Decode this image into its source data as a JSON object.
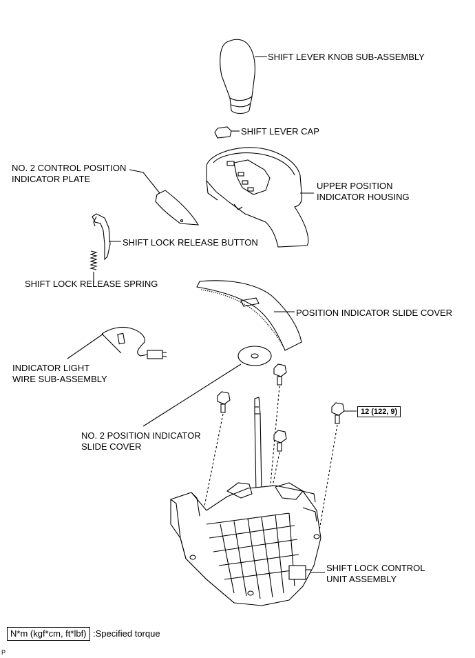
{
  "labels": {
    "knob": "SHIFT LEVER KNOB SUB-ASSEMBLY",
    "cap": "SHIFT LEVER CAP",
    "plate_line1": "NO. 2 CONTROL POSITION",
    "plate_line2": "INDICATOR PLATE",
    "housing_line1": "UPPER POSITION",
    "housing_line2": "INDICATOR HOUSING",
    "release_button": "SHIFT LOCK RELEASE BUTTON",
    "release_spring": "SHIFT LOCK RELEASE SPRING",
    "slide_cover": "POSITION INDICATOR SLIDE COVER",
    "wire_line1": "INDICATOR LIGHT",
    "wire_line2": "WIRE SUB-ASSEMBLY",
    "no2_cover_line1": "NO. 2 POSITION INDICATOR",
    "no2_cover_line2": "SLIDE COVER",
    "control_unit_line1": "SHIFT LOCK CONTROL",
    "control_unit_line2": "UNIT ASSEMBLY"
  },
  "torque": "12 (122, 9)",
  "legend": {
    "box": "N*m (kgf*cm, ft*lbf)",
    "text": ":Specified torque"
  },
  "corner_mark": "P"
}
